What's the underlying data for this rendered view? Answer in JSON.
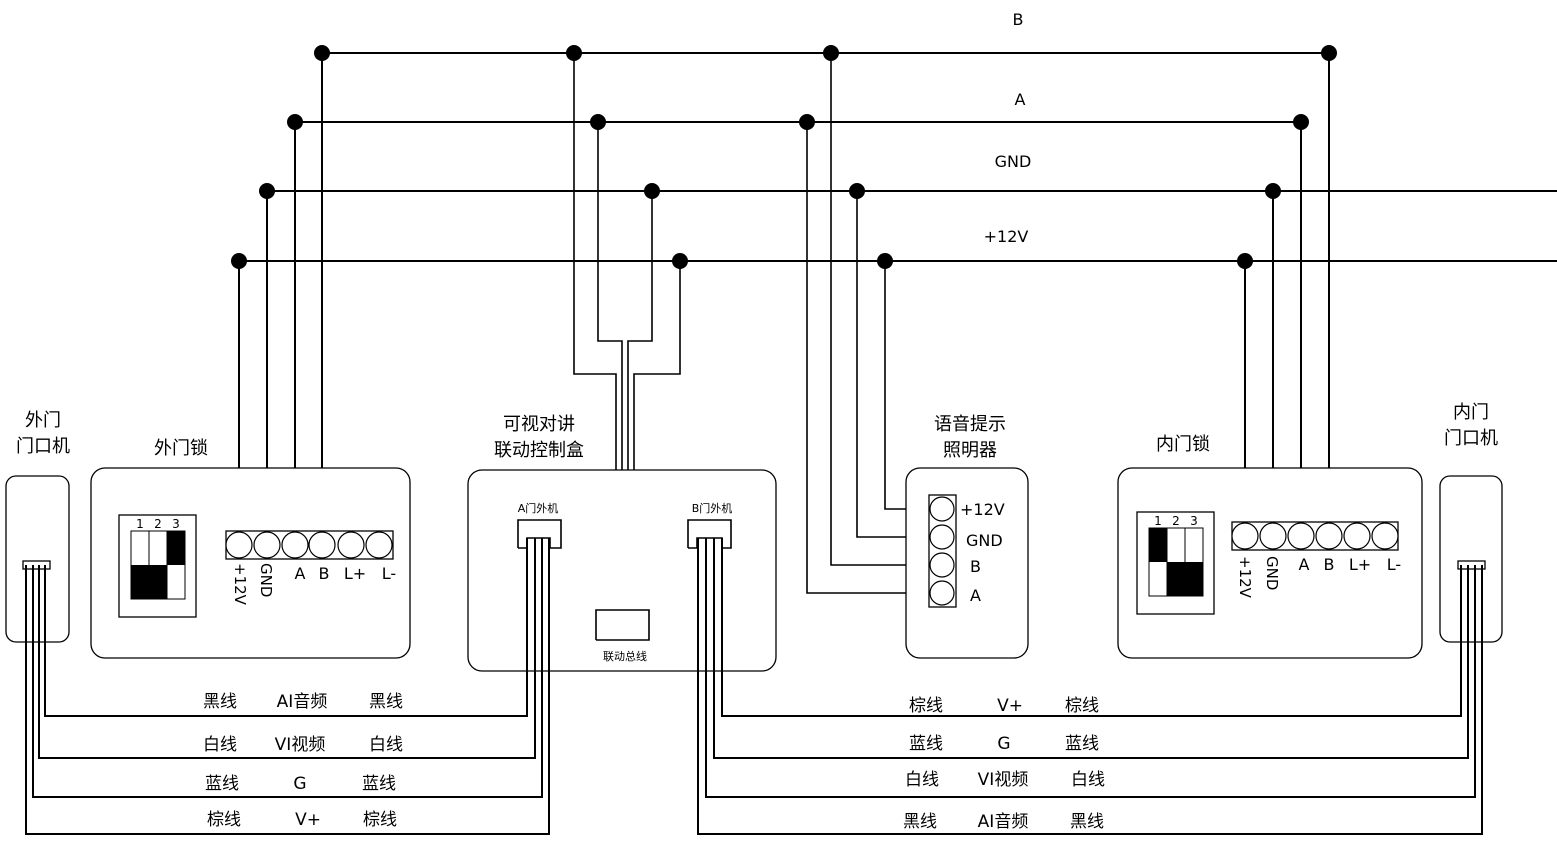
{
  "bus": {
    "B": "B",
    "A": "A",
    "GND": "GND",
    "V12": "+12V"
  },
  "outer_unit": {
    "line1": "外门",
    "line2": "门口机"
  },
  "outer_lock": {
    "title": "外门锁",
    "dip": [
      "1",
      "2",
      "3"
    ],
    "terminals": [
      "+12V",
      "GND",
      "A",
      "B",
      "L+",
      "L-"
    ]
  },
  "controller": {
    "line1": "可视对讲",
    "line2": "联动控制盒",
    "port_a": "A门外机",
    "port_b": "B门外机",
    "bus_port": "联动总线"
  },
  "voice": {
    "line1": "语音提示",
    "line2": "照明器",
    "terminals": [
      "+12V",
      "GND",
      "B",
      "A"
    ]
  },
  "inner_lock": {
    "title": "内门锁",
    "dip": [
      "1",
      "2",
      "3"
    ],
    "terminals": [
      "+12V",
      "GND",
      "A",
      "B",
      "L+",
      "L-"
    ]
  },
  "inner_unit": {
    "line1": "内门",
    "line2": "门口机"
  },
  "left_wires": [
    {
      "left": "黑线",
      "mid": "AI音频",
      "right": "黑线"
    },
    {
      "left": "白线",
      "mid": "VI视频",
      "right": "白线"
    },
    {
      "left": "蓝线",
      "mid": "G",
      "right": "蓝线"
    },
    {
      "left": "棕线",
      "mid": "V+",
      "right": "棕线"
    }
  ],
  "right_wires": [
    {
      "left": "棕线",
      "mid": "V+",
      "right": "棕线"
    },
    {
      "left": "蓝线",
      "mid": "G",
      "right": "蓝线"
    },
    {
      "left": "白线",
      "mid": "VI视频",
      "right": "白线"
    },
    {
      "left": "黑线",
      "mid": "AI音频",
      "right": "黑线"
    }
  ]
}
